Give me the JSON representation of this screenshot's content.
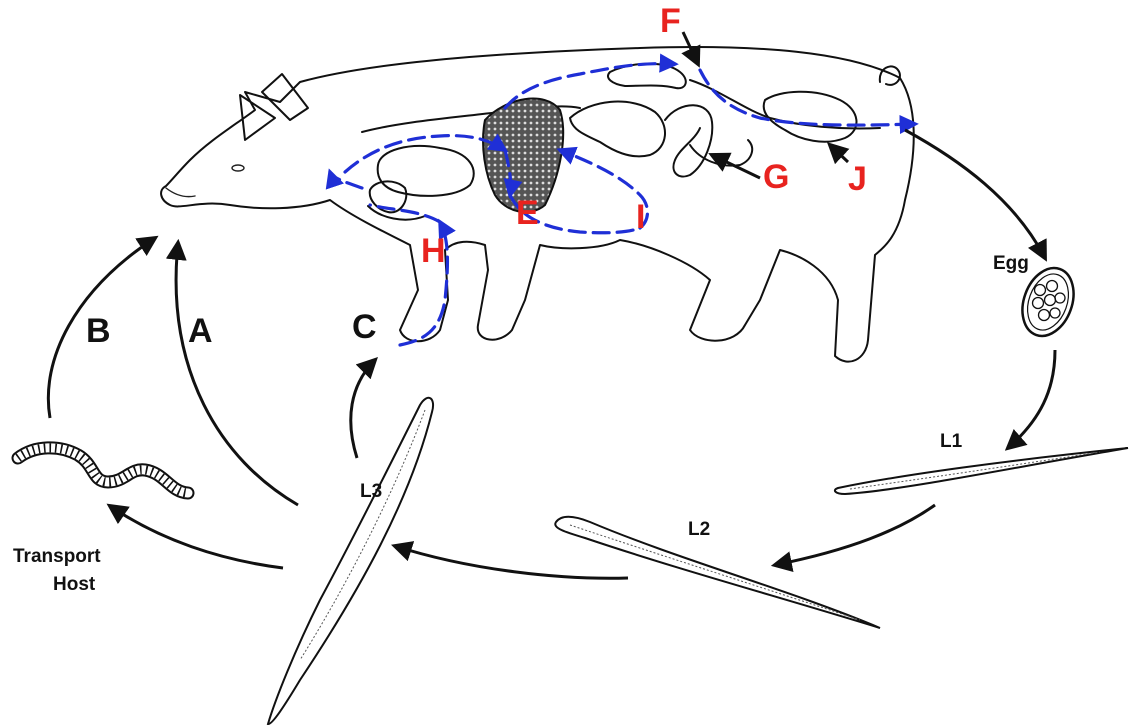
{
  "labels": {
    "a": "A",
    "b": "B",
    "c": "C",
    "e": "E",
    "f": "F",
    "g": "G",
    "h": "H",
    "i": "I",
    "j": "J",
    "egg": "Egg",
    "l1": "L1",
    "l2": "L2",
    "l3": "L3",
    "transport_host_line1": "Transport",
    "transport_host_line2": "Host"
  },
  "colors": {
    "letter_labels": "#e8231f",
    "migration_route": "#1f2fd6",
    "line_art": "#111111",
    "background": "#ffffff"
  }
}
